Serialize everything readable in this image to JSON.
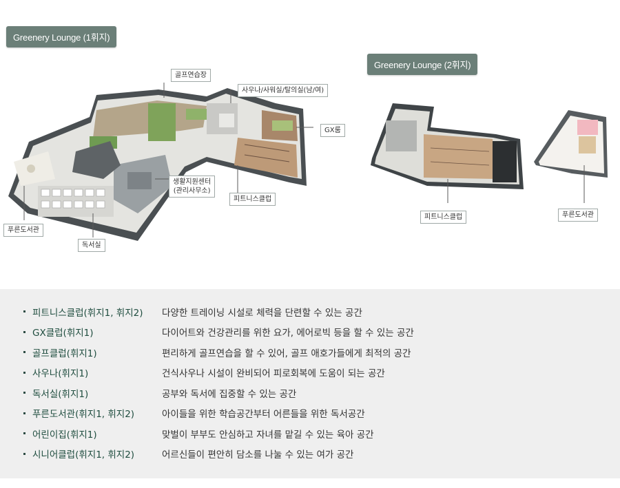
{
  "floor1": {
    "title": "Greenery Lounge (1휘지)",
    "labels": {
      "golf": "골프연습장",
      "sauna": "사우나/사워실/탈의실(남/여)",
      "gx": "GX룸",
      "support": "생활지원센터\n(관리사무소)",
      "fitness": "피트니스클럽",
      "library": "푸른도서관",
      "study": "독서실"
    }
  },
  "floor2": {
    "title": "Greenery Lounge (2휘지)",
    "labels": {
      "fitness": "피트니스클럽",
      "library": "푸른도서관"
    }
  },
  "facilities": [
    {
      "name": "피트니스클럽(휘지1, 휘지2)",
      "desc": "다양한 트레이닝 시설로 체력을 단련할 수 있는 공간"
    },
    {
      "name": "GX클럽(휘지1)",
      "desc": "다이어트와 건강관리를 위한 요가, 에어로빅 등을 할 수 있는 공간"
    },
    {
      "name": "골프클럽(휘지1)",
      "desc": "편리하게 골프연습을 할 수 있어, 골프 애호가들에게 최적의 공간"
    },
    {
      "name": "사우나(휘지1)",
      "desc": "건식사우나 시설이 완비되어 피로회복에 도움이 되는 공간"
    },
    {
      "name": "독서실(휘지1)",
      "desc": "공부와 독서에 집중할 수 있는 공간"
    },
    {
      "name": "푸른도서관(휘지1, 휘지2)",
      "desc": "아이들을 위한 학습공간부터 어른들을 위한 독서공간"
    },
    {
      "name": "어린이집(휘지1)",
      "desc": "맞벌이 부부도 안심하고 자녀를 맡길 수 있는 육아 공간"
    },
    {
      "name": "시니어클럽(휘지1, 휘지2)",
      "desc": "어르신들이 편안히 담소를 나눌 수 있는 여가 공간"
    }
  ],
  "colors": {
    "tag_bg": "#6b7f78",
    "name_text": "#1f4d3f",
    "info_bg": "#efefef"
  }
}
